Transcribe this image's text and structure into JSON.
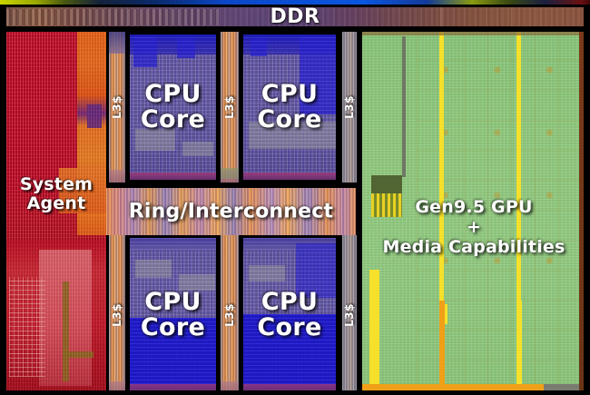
{
  "diagram": {
    "title_bar": {
      "label": "DDR"
    },
    "blocks": {
      "system_agent": {
        "label": "System\nAgent",
        "color": "#d61030"
      },
      "ring": {
        "label": "Ring/Interconnect",
        "color": "#e8925a"
      },
      "gpu": {
        "label": "Gen9.5 GPU\n+\nMedia Capabilities",
        "color": "#8cc97e"
      }
    },
    "cores": [
      {
        "label": "CPU\nCore",
        "position": "top-left"
      },
      {
        "label": "CPU\nCore",
        "position": "top-right"
      },
      {
        "label": "CPU\nCore",
        "position": "bottom-left"
      },
      {
        "label": "CPU\nCore",
        "position": "bottom-right"
      }
    ],
    "cache_strips": [
      {
        "label": "L3$",
        "position": "left"
      },
      {
        "label": "L3$",
        "position": "middle"
      },
      {
        "label": "L3$",
        "position": "right"
      },
      {
        "label": "L3$",
        "position": "left-lower"
      },
      {
        "label": "L3$",
        "position": "middle-lower"
      },
      {
        "label": "L3$",
        "position": "right-lower"
      }
    ]
  }
}
